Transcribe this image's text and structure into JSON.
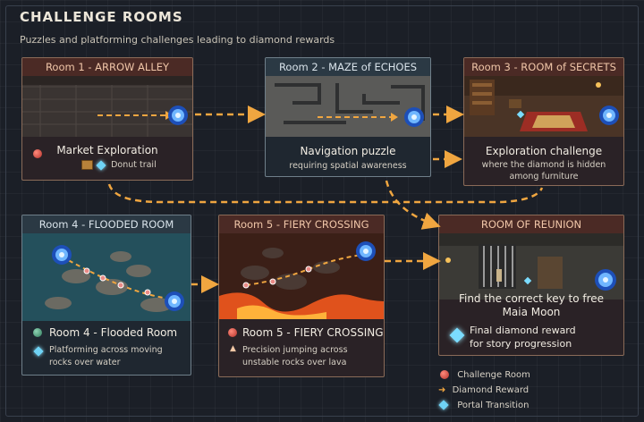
{
  "header": {
    "title": "CHALLENGE ROOMS",
    "subtitle": "Puzzles and platforming challenges leading to diamond rewards"
  },
  "rooms": {
    "room1": {
      "title": "Room 1 - ARROW ALLEY",
      "heading": "Market Exploration",
      "detail": "Donut trail"
    },
    "room2": {
      "title": "Room 2 - MAZE of ECHOES",
      "heading": "Navigation puzzle",
      "detail": "requiring spatial awareness"
    },
    "room3": {
      "title": "Room 3 - ROOM of SECRETS",
      "heading": "Exploration challenge",
      "detail_line1": "where the diamond is hidden",
      "detail_line2": "among furniture"
    },
    "room4": {
      "title": "Room 4 - FLOODED ROOM",
      "heading": "Room 4 - Flooded Room",
      "detail_line1": "Platforming across moving",
      "detail_line2": "rocks over water"
    },
    "room5": {
      "title": "Room 5 - FIERY CROSSING",
      "heading": "Room 5 - FIERY CROSSING",
      "detail_line1": "Precision jumping across",
      "detail_line2": "unstable rocks over lava"
    },
    "reunion": {
      "title": "ROOM OF REUNION",
      "heading_line1": "Find the correct key to free",
      "heading_line2": "Maia Moon",
      "reward_line1": "Final diamond reward",
      "reward_line2": "for story progression"
    }
  },
  "legend": {
    "challenge_room": "Challenge Room",
    "diamond_reward": "Diamond Reward",
    "portal_transition": "Portal Transition"
  },
  "colors": {
    "accent_arrow": "#f0a640",
    "portal": "#3f8cff",
    "diamond": "#6fd3f5"
  }
}
